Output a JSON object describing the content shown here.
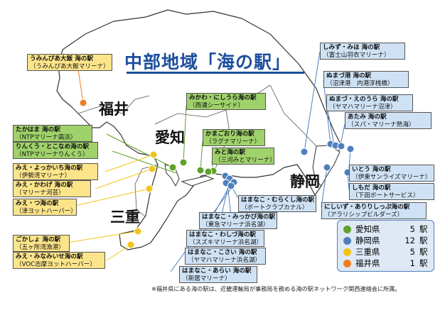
{
  "title": "中部地域「海の駅」",
  "prefecture_labels": {
    "fukui": "福井",
    "aichi": "愛知",
    "mie": "三重",
    "shizuoka": "静岡"
  },
  "colors": {
    "aichi": "#5ea22a",
    "shizuoka": "#4e7fbd",
    "mie": "#f0c419",
    "fukui": "#ee7d22"
  },
  "stations": {
    "fukui": [
      {
        "name": "うみんぴあ大飯 海の駅",
        "sub": "（うみんぴあ大飯マリーナ）"
      }
    ],
    "aichi": [
      {
        "name": "みかわ・にしうら海の駅",
        "sub": "（西浦シーサイド）"
      },
      {
        "name": "かまごおり海の駅",
        "sub": "（ラグナマリーナ）"
      },
      {
        "name": "みと海の駅",
        "sub": "（三河みとマリーナ）"
      },
      {
        "name": "たかはま 海の駅",
        "sub": "（NTPマリーナ高浜）"
      },
      {
        "name": "りんくう・とこなめ海の駅",
        "sub": "（NTPマリーナりんくう）"
      }
    ],
    "mie": [
      {
        "name": "みえ・よっかいち海の駅",
        "sub": "（伊勢湾マリーナ）"
      },
      {
        "name": "みえ・かわげ 海の駅",
        "sub": "（マリーナ河芸）"
      },
      {
        "name": "みえ・つ海の駅",
        "sub": "（津ヨットハーバー）"
      },
      {
        "name": "ごかしょ 海の駅",
        "sub": "（五ヶ所湾漁港）"
      },
      {
        "name": "みえ・みなみいせ海の駅",
        "sub": "（VOC志摩ヨットハーバー）"
      }
    ],
    "shizuoka": [
      {
        "name": "しみず・みほ 海の駅",
        "sub": "（富士山羽衣マリーナ）"
      },
      {
        "name": "ぬまづ港 海の駅",
        "sub": "（沼津港　内港浮桟橋）"
      },
      {
        "name": "ぬまづ・えのうら 海の駅",
        "sub": "（ヤマハマリーナ沼津）"
      },
      {
        "name": "あたみ 海の駅",
        "sub": "（スパ・マリーナ熱海）"
      },
      {
        "name": "いとう 海の駅",
        "sub": "（伊東サンライズマリーナ）"
      },
      {
        "name": "しもだ 海の駅",
        "sub": "（下田ボートサービス）"
      },
      {
        "name": "にしいず・ありりしっぷ海の駅",
        "sub": "（アラリシップビルダーズ）"
      },
      {
        "name": "はまなこ・むらくし海の駅",
        "sub": "（ボートクラブカナル）"
      },
      {
        "name": "はまなこ・みっかび海の駅",
        "sub": "（東急マリーナ浜名湖）"
      },
      {
        "name": "はまなこ・わしづ海の駅",
        "sub": "（スズキマリーナ浜名湖）"
      },
      {
        "name": "はまなこ・こさい 海の駅",
        "sub": "（ヤマハマリーナ浜名湖）"
      },
      {
        "name": "はまなこ・あらい 海の駅",
        "sub": "（新居マリーナ）"
      }
    ]
  },
  "legend": [
    {
      "pref": "愛知県",
      "count": "5",
      "unit": "駅",
      "color": "#5ea22a"
    },
    {
      "pref": "静岡県",
      "count": "12",
      "unit": "駅",
      "color": "#4e7fbd"
    },
    {
      "pref": "三重県",
      "count": "5",
      "unit": "駅",
      "color": "#f0c419"
    },
    {
      "pref": "福井県",
      "count": "1",
      "unit": "駅",
      "color": "#ee7d22"
    }
  ],
  "footnote": "※福井県にある海の駅は、近畿運輸局が事務局を務める海の駅ネットワーク関西連絡会に所属。"
}
